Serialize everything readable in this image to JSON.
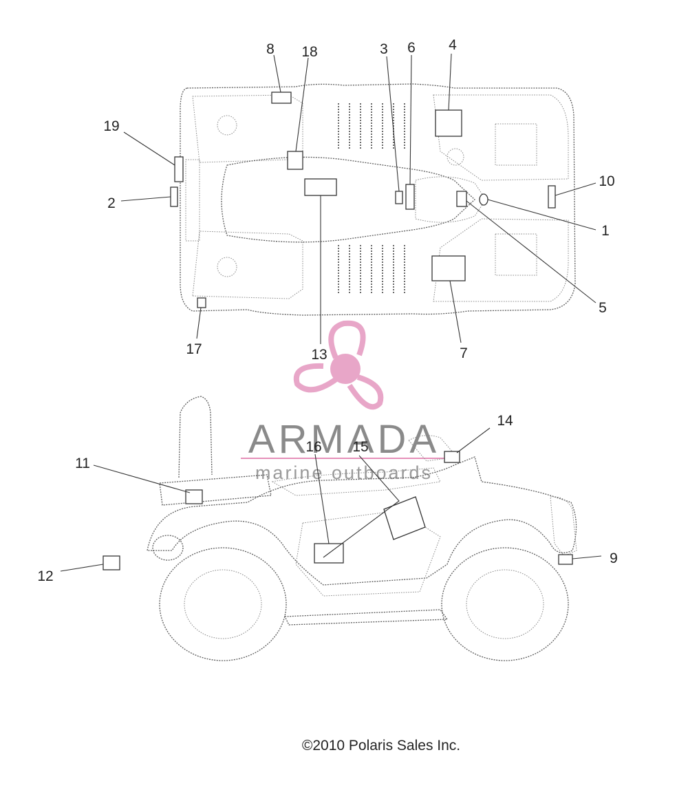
{
  "callouts_top": [
    "1",
    "2",
    "3",
    "4",
    "5",
    "6",
    "7",
    "8",
    "10",
    "13",
    "17",
    "18",
    "19"
  ],
  "callouts_side": [
    "9",
    "11",
    "12",
    "14",
    "15",
    "16"
  ],
  "watermark": {
    "brand": "ARMADA",
    "tagline": "marine outboards",
    "logo_color": "#e8a6c8",
    "rule_color": "#e58fb8"
  },
  "copyright": "©2010 Polaris Sales Inc."
}
